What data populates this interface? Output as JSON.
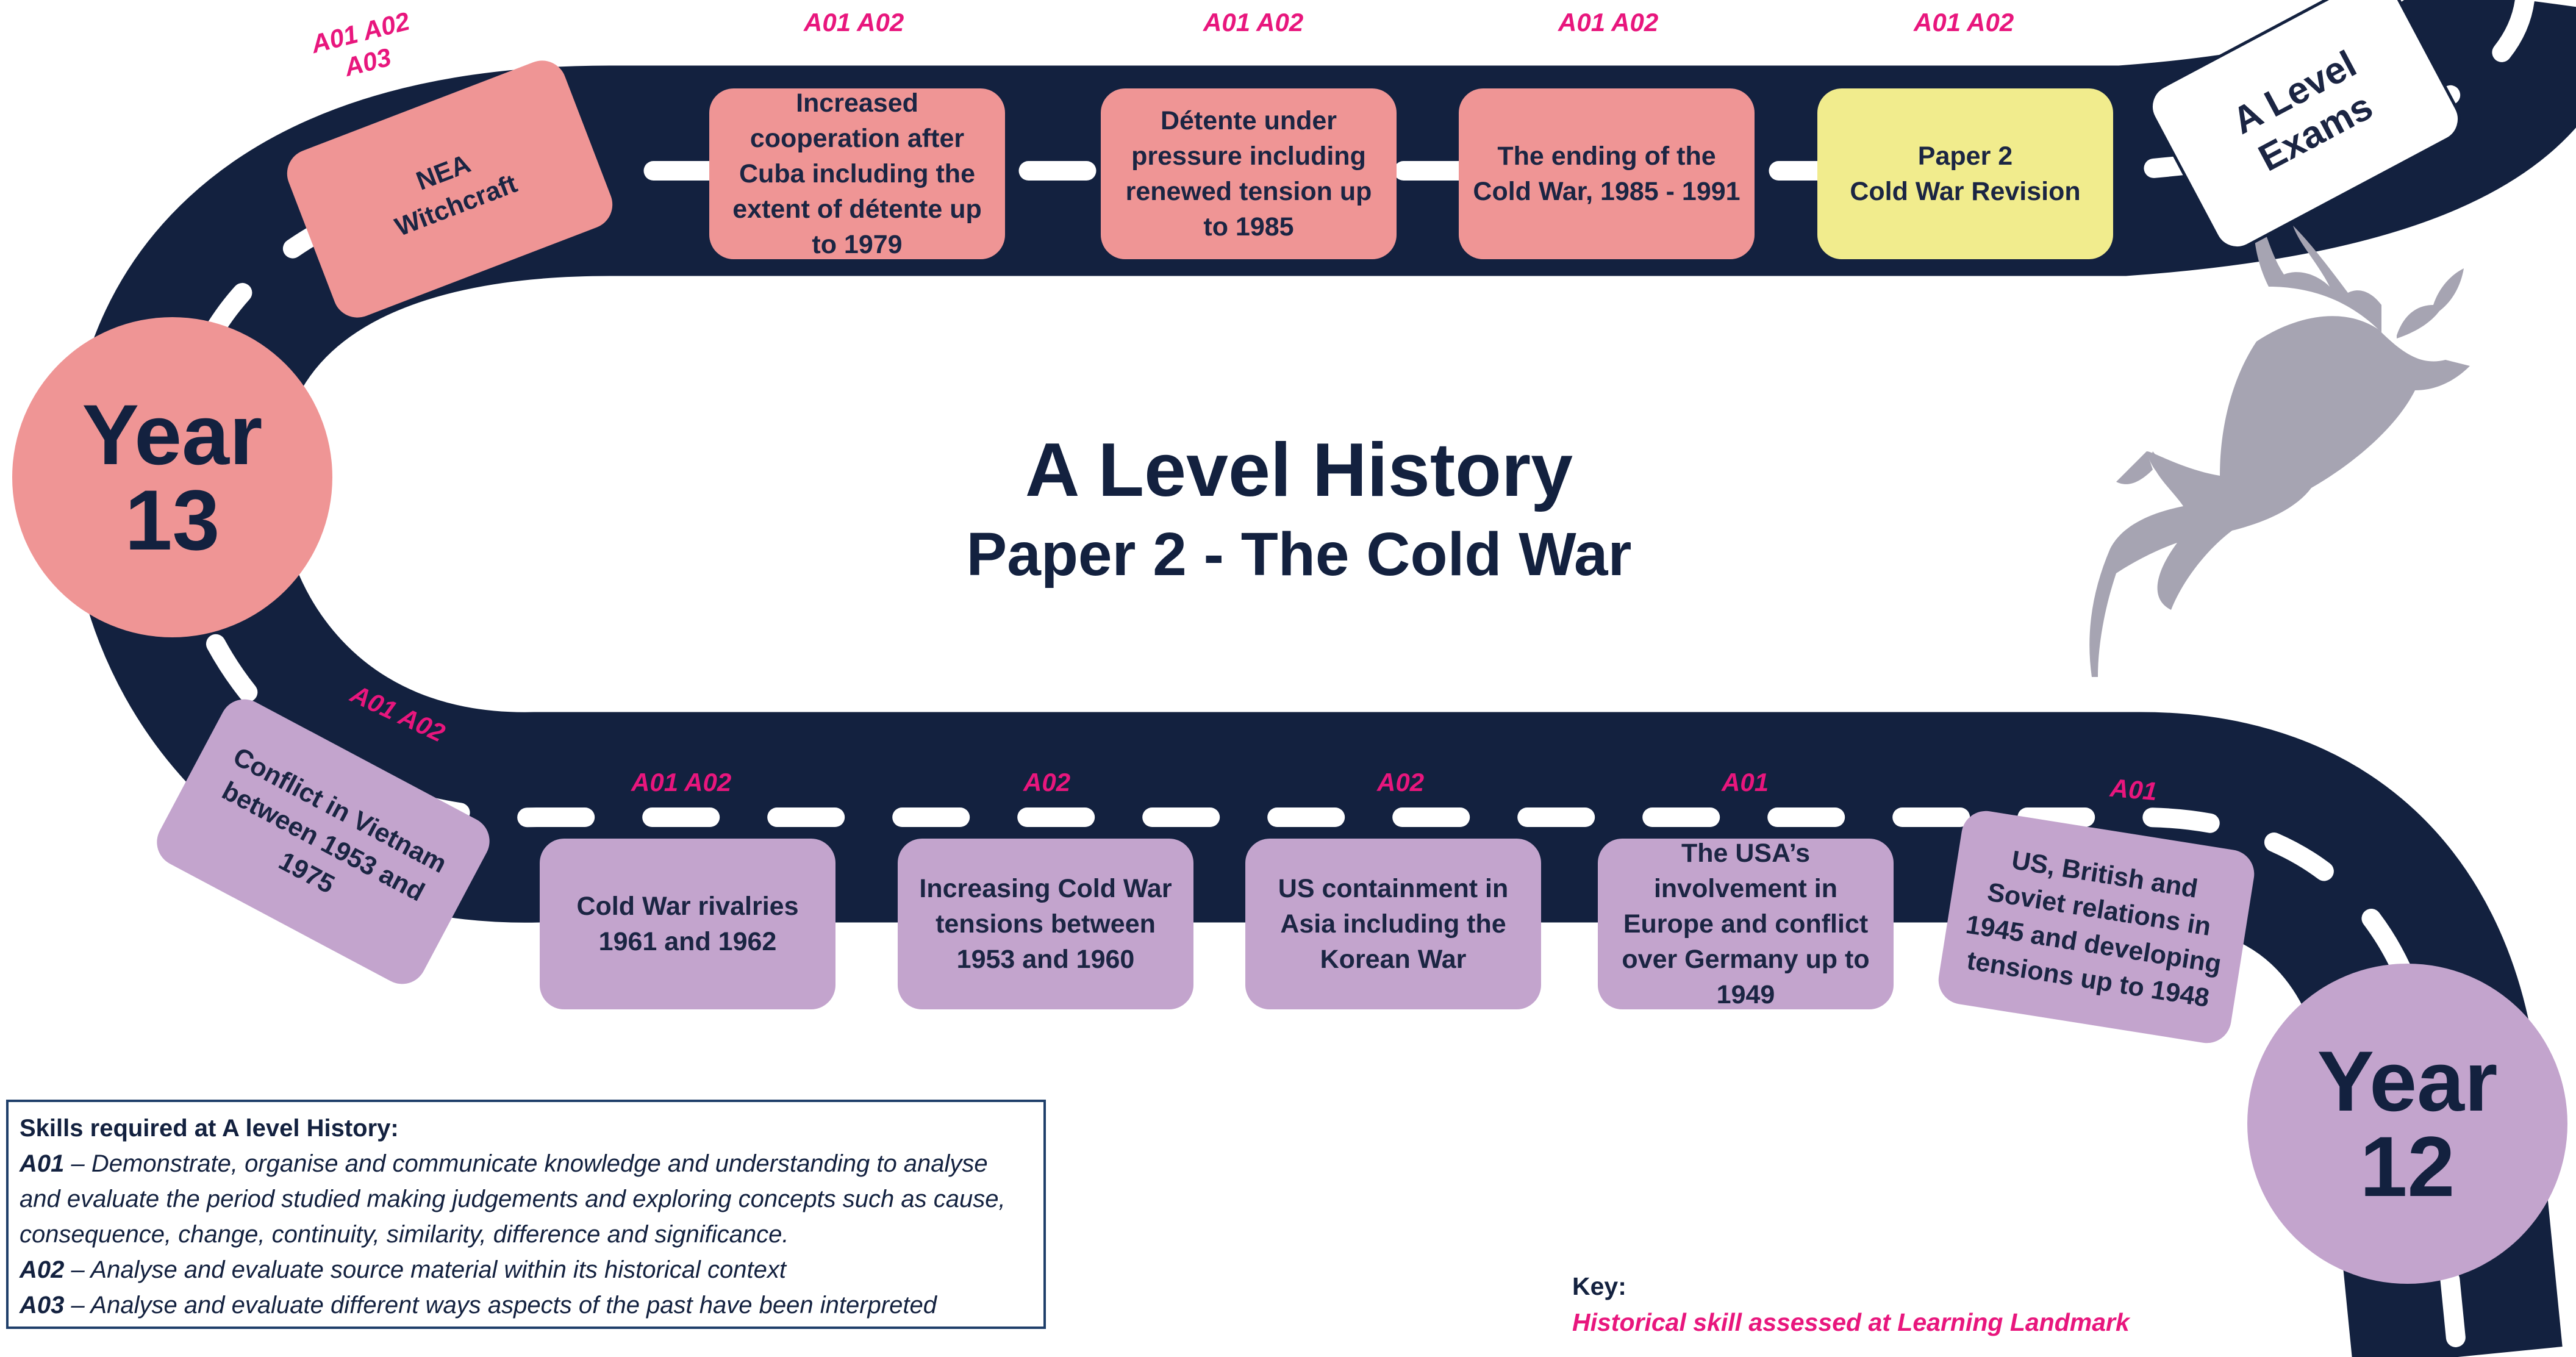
{
  "title": {
    "main": "A Level History",
    "sub": "Paper 2 - The Cold War"
  },
  "year_markers": {
    "year13": {
      "line1": "Year",
      "line2": "13"
    },
    "year12": {
      "line1": "Year",
      "line2": "12"
    }
  },
  "top_row": [
    {
      "text": "NEA\nWitchcraft",
      "skills": "A01 A02\nA03"
    },
    {
      "text": "Increased cooperation after Cuba including the extent of détente up to 1979",
      "skills": "A01 A02"
    },
    {
      "text": "Détente under pressure including renewed tension up to 1985",
      "skills": "A01 A02"
    },
    {
      "text": "The ending of the Cold War, 1985 - 1991",
      "skills": "A01 A02"
    },
    {
      "text": "Paper 2\nCold War Revision",
      "skills": "A01 A02"
    },
    {
      "text": "A Level\nExams",
      "skills": ""
    }
  ],
  "bottom_row": [
    {
      "text": "Conflict in Vietnam between 1953 and 1975",
      "skills": "A01 A02"
    },
    {
      "text": "Cold War rivalries 1961 and 1962",
      "skills": "A01 A02"
    },
    {
      "text": "Increasing Cold War tensions between 1953 and 1960",
      "skills": "A02"
    },
    {
      "text": "US containment in Asia including the Korean War",
      "skills": "A02"
    },
    {
      "text": "The USA’s involvement in Europe and conflict over Germany up to 1949",
      "skills": "A01"
    },
    {
      "text": "US, British and Soviet relations in 1945 and developing tensions up to 1948",
      "skills": "A01"
    }
  ],
  "skills_key": {
    "heading": "Skills required at A level History:",
    "items": [
      {
        "code": "A01",
        "dash": " – ",
        "text": "Demonstrate, organise and communicate knowledge and understanding to analyse and evaluate the period studied making judgements and exploring concepts such as cause, consequence, change, continuity, similarity, difference and significance."
      },
      {
        "code": "A02",
        "dash": " – ",
        "text": "Analyse and evaluate source material within its historical context"
      },
      {
        "code": "A03",
        "dash": " – ",
        "text": "Analyse and evaluate different ways aspects of the past have been interpreted"
      }
    ]
  },
  "legend": {
    "label": "Key:",
    "value": "Historical skill assessed at Learning Landmark"
  },
  "colors": {
    "road": "#13213f",
    "pink_box": "#ef9595",
    "purple_box": "#c3a4cd",
    "yellow_box": "#f1ec8d",
    "skill_text": "#e8167d",
    "deer": "#a6a4b2"
  },
  "icons": {
    "mascot": "leaping-deer-icon"
  }
}
